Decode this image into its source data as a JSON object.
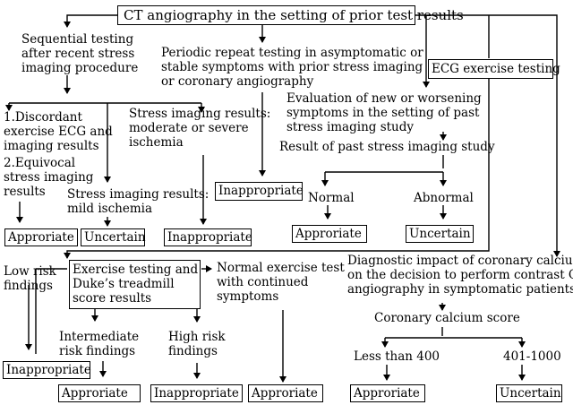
{
  "title": "CT angiography in the setting of prior test results",
  "branch_sequential": {
    "heading": [
      "Sequential testing",
      "after recent stress",
      "imaging procedure"
    ],
    "discordant": [
      "1.Discordant",
      "exercise ECG and",
      "imaging results",
      "2.Equivocal",
      "stress imaging",
      "results"
    ],
    "discordant_result": "Approriate",
    "mild": [
      "Stress imaging results:",
      "mild ischemia"
    ],
    "mild_result": "Uncertain",
    "moderate": [
      "Stress imaging results:",
      "moderate or severe",
      "ischemia"
    ],
    "moderate_result": "Inappropriate"
  },
  "branch_periodic": {
    "heading": [
      "Periodic repeat testing in asymptomatic or",
      "stable symptoms with prior stress imaging",
      "or coronary angiography"
    ],
    "result": "Inappropriate"
  },
  "branch_evaluation": {
    "heading": [
      "Evaluation of new or worsening",
      "symptoms in the setting of past",
      "stress imaging study"
    ],
    "sub": "Result of past stress imaging study",
    "normal_label": "Normal",
    "normal_result": "Approriate",
    "abnormal_label": "Abnormal",
    "abnormal_result": "Uncertain"
  },
  "branch_ecg": {
    "heading": "ECG exercise testing",
    "duke": [
      "Exercise testing and",
      "Duke’s treadmill",
      "score results"
    ],
    "low": [
      "Low risk",
      "findings"
    ],
    "low_result": "Inappropriate",
    "intermediate": [
      "Intermediate",
      "risk findings"
    ],
    "intermediate_result": "Approriate",
    "high": [
      "High risk",
      "findings"
    ],
    "high_result": "Inappropriate",
    "normal": [
      "Normal exercise test",
      "with continued",
      "symptoms"
    ],
    "normal_result": "Approriate"
  },
  "branch_calcium": {
    "heading": [
      "Diagnostic impact of coronary calcium",
      "on the decision to perform contrast CT",
      "angiography in symptomatic patients"
    ],
    "score": "Coronary calcium score",
    "less_label": "Less than 400",
    "less_result": "Approriate",
    "mid_label": "401-1000",
    "mid_result": "Uncertain"
  }
}
